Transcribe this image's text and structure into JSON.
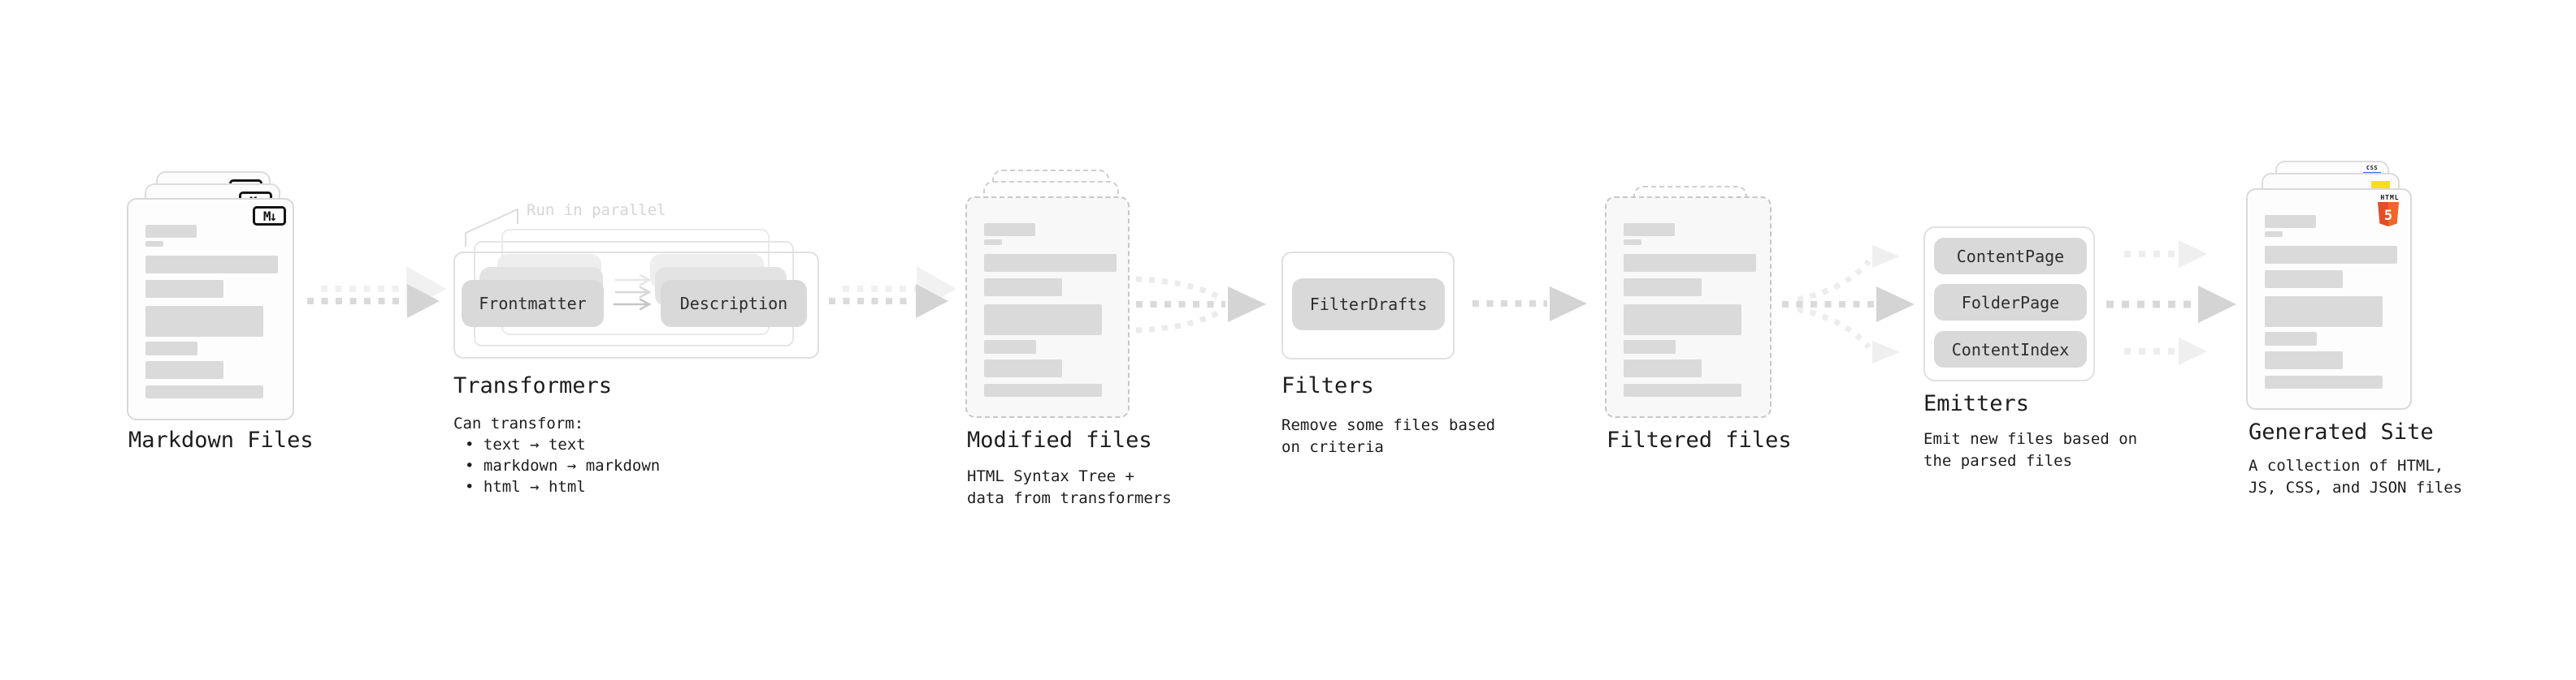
{
  "colors": {
    "html5_orange": "#e44d26",
    "html5_orange_light": "#f16529",
    "js_yellow": "#f7df1e",
    "css_blue": "#2965f1",
    "pill_gray": "#d9d9d9",
    "arrow_gray": "#d6d6d6",
    "arrow_ghost": "#efefef"
  },
  "stages": {
    "markdown_files": {
      "title": "Markdown Files",
      "badge": "M↓"
    },
    "transformers": {
      "title": "Transformers",
      "annotation": "Run in parallel",
      "pill_left": "Frontmatter",
      "pill_right": "Description",
      "caption": "Can transform:",
      "bullets": [
        "• text → text",
        "• markdown → markdown",
        "• html → html"
      ]
    },
    "modified_files": {
      "title": "Modified files",
      "caption_line1": "HTML Syntax Tree +",
      "caption_line2": "data from transformers"
    },
    "filters": {
      "title": "Filters",
      "pill": "FilterDrafts",
      "caption_line1": "Remove some files based",
      "caption_line2": "on criteria"
    },
    "filtered_files": {
      "title": "Filtered files"
    },
    "emitters": {
      "title": "Emitters",
      "pills": [
        "ContentPage",
        "FolderPage",
        "ContentIndex"
      ],
      "caption_line1": "Emit new files based on",
      "caption_line2": "the parsed files"
    },
    "generated_site": {
      "title": "Generated Site",
      "caption_line1": "A collection of HTML,",
      "caption_line2": "JS, CSS, and JSON files",
      "html_badge_word": "HTML",
      "html_badge_number": "5",
      "css_badge_word": "CSS"
    }
  }
}
